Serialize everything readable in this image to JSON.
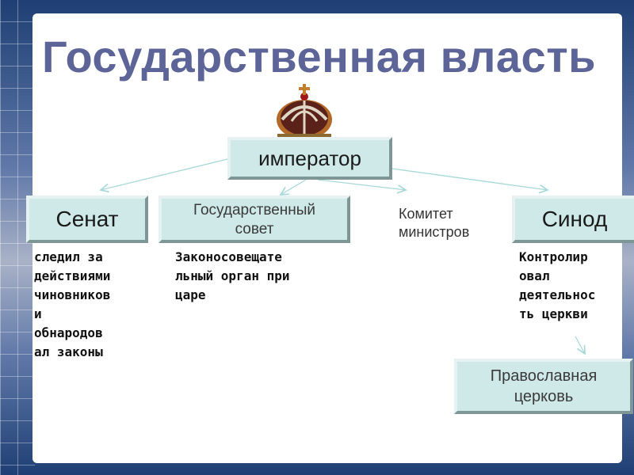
{
  "title": "Государственная власть",
  "emperor": "император",
  "senate": {
    "label": "Сенат",
    "description": "следил за\nдействиями\nчиновников\nи\nобнародов\nал законы"
  },
  "state_council": {
    "label": "Государственный совет",
    "description": "Законосовещате\nльный орган при\nцаре"
  },
  "committee": {
    "label": "Комитет министров"
  },
  "synod": {
    "label": "Синод",
    "description": "Контролир\nовал\nдеятельнос\nть церкви"
  },
  "orthodox_church": "Православная церковь",
  "icons": {
    "crown": "crown-icon"
  },
  "colors": {
    "title": "#5d6598",
    "box_fill": "#cfe8e8",
    "arrow": "#a8d8d8"
  }
}
